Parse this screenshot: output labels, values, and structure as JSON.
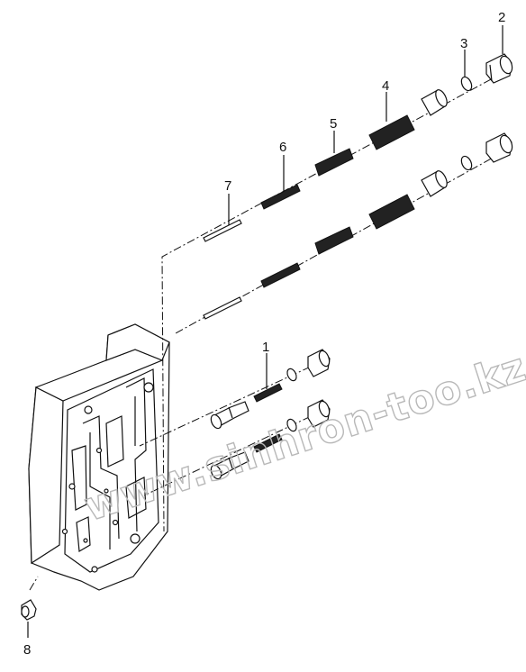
{
  "callouts": {
    "c1": "1",
    "c2": "2",
    "c3": "3",
    "c4": "4",
    "c5": "5",
    "c6": "6",
    "c7": "7",
    "c8": "8"
  },
  "watermark": "www.sinhron-too.kz"
}
